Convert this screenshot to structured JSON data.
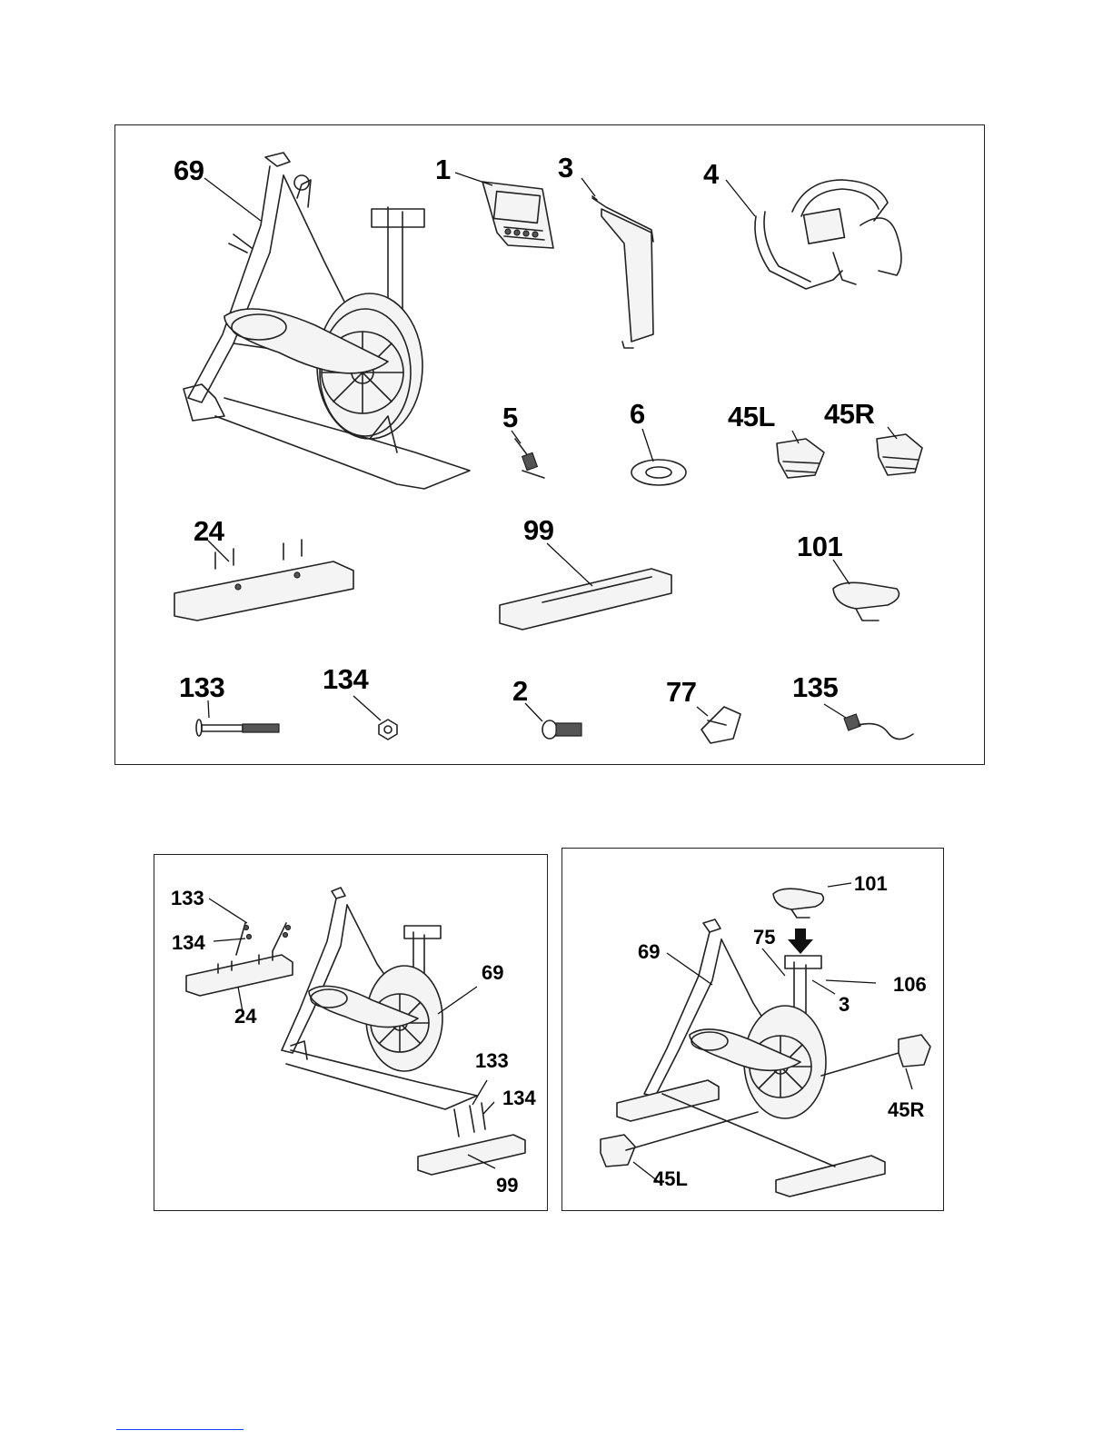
{
  "parts_panel": {
    "labels": {
      "frame": "69",
      "console": "1",
      "seat_post": "3",
      "handlebar": "4",
      "knob": "5",
      "washer": "6",
      "pedal_left": "45L",
      "pedal_right": "45R",
      "front_stabilizer": "24",
      "rear_stabilizer": "99",
      "seat": "101",
      "carriage_bolt": "133",
      "nut": "134",
      "screw": "2",
      "bracket": "77",
      "adapter": "135"
    }
  },
  "step1_panel": {
    "labels": {
      "bolt_left": "133",
      "nut_left": "134",
      "front_stabilizer": "24",
      "frame": "69",
      "bolt_right": "133",
      "nut_right": "134",
      "rear_stabilizer": "99"
    }
  },
  "step2_panel": {
    "labels": {
      "seat": "101",
      "knob": "75",
      "frame": "69",
      "bolt": "106",
      "seat_post": "3",
      "pedal_right": "45R",
      "pedal_left": "45L"
    }
  }
}
